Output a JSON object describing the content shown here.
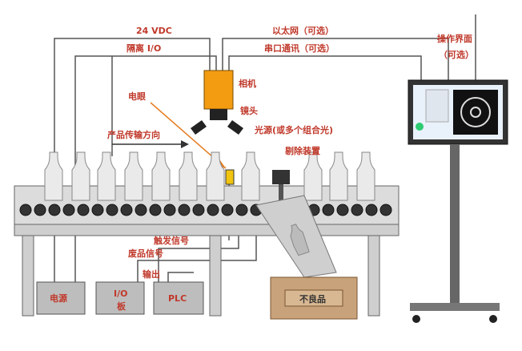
{
  "labels": {
    "power_24vdc": "24 VDC",
    "isolated_io": "隔离 I/O",
    "ethernet": "以太网（可选）",
    "serial": "串口通讯（可选）",
    "hmi": "操作界面",
    "hmi_optional": "（可选）",
    "camera": "相机",
    "lens": "镜头",
    "light": "光源(或多个组合光)",
    "sensor": "电眼",
    "direction": "产品传输方向",
    "reject": "剔除装置",
    "trigger": "触发信号",
    "reject_signal": "废品信号",
    "output": "输出",
    "power_box": "电源",
    "io_board_1": "I/O",
    "io_board_2": "板",
    "plc": "PLC",
    "bad_box": "不良品"
  },
  "colors": {
    "label_red": "#c0392b",
    "wire": "#555555",
    "conveyor": "#d9d9d9",
    "roller": "#444444",
    "camera_orange": "#f39c12",
    "box_brown": "#c8a27a",
    "monitor_screen": "#e9f1fb"
  },
  "icons": [
    "camera-icon",
    "lens-icon",
    "light-icon",
    "sensor-icon",
    "reject-device-icon",
    "monitor-icon",
    "bottle-icon"
  ]
}
